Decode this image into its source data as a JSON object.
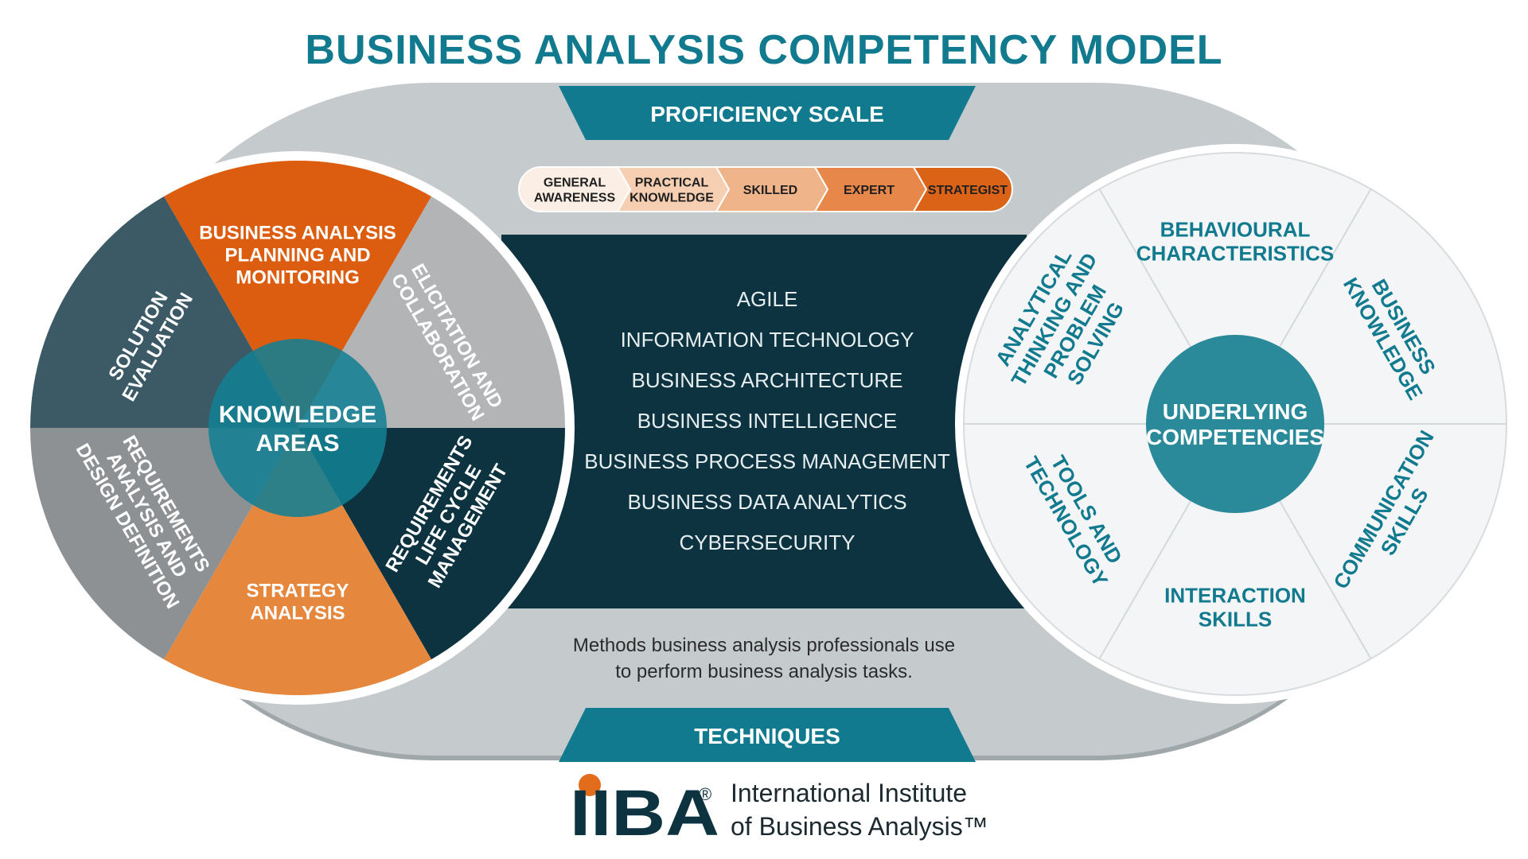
{
  "title": "BUSINESS ANALYSIS COMPETENCY MODEL",
  "proficiency_scale": {
    "label": "PROFICIENCY SCALE",
    "levels": [
      {
        "lines": [
          "GENERAL",
          "AWARENESS"
        ],
        "fill": "#fbeee4"
      },
      {
        "lines": [
          "PRACTICAL",
          "KNOWLEDGE"
        ],
        "fill": "#f6cfb3"
      },
      {
        "lines": [
          "SKILLED"
        ],
        "fill": "#f0b48a"
      },
      {
        "lines": [
          "EXPERT"
        ],
        "fill": "#e8874a"
      },
      {
        "lines": [
          "STRATEGIST"
        ],
        "fill": "#db6318"
      }
    ]
  },
  "knowledge_areas": {
    "center_lines": [
      "KNOWLEDGE",
      "AREAS"
    ],
    "segments": [
      {
        "key": "planning",
        "lines": [
          "BUSINESS ANALYSIS",
          "PLANNING AND",
          "MONITORING"
        ],
        "fill": "#dc5d0f"
      },
      {
        "key": "elicitation",
        "lines": [
          "ELICITATION AND",
          "COLLABORATION"
        ],
        "fill": "#b2b4b6"
      },
      {
        "key": "rlcm",
        "lines": [
          "REQUIREMENTS",
          "LIFE CYCLE",
          "MANAGEMENT"
        ],
        "fill": "#0d3340"
      },
      {
        "key": "strategy",
        "lines": [
          "STRATEGY",
          "ANALYSIS"
        ],
        "fill": "#e6873e"
      },
      {
        "key": "radd",
        "lines": [
          "REQUIREMENTS",
          "ANALYSIS AND",
          "DESIGN DEFINITION"
        ],
        "fill": "#8d9193"
      },
      {
        "key": "solution",
        "lines": [
          "SOLUTION",
          "EVALUATION"
        ],
        "fill": "#3b5a66"
      }
    ]
  },
  "perspectives": [
    "AGILE",
    "INFORMATION TECHNOLOGY",
    "BUSINESS ARCHITECTURE",
    "BUSINESS INTELLIGENCE",
    "BUSINESS PROCESS MANAGEMENT",
    "BUSINESS DATA ANALYTICS",
    "CYBERSECURITY"
  ],
  "techniques": {
    "description_lines": [
      "Methods business analysis professionals use",
      "to perform business analysis tasks."
    ],
    "label": "TECHNIQUES"
  },
  "underlying_competencies": {
    "center_lines": [
      "UNDERLYING",
      "COMPETENCIES"
    ],
    "segments": [
      {
        "key": "behavioural",
        "lines": [
          "BEHAVIOURAL",
          "CHARACTERISTICS"
        ]
      },
      {
        "key": "business-knowledge",
        "lines": [
          "BUSINESS",
          "KNOWLEDGE"
        ]
      },
      {
        "key": "communication",
        "lines": [
          "COMMUNICATION",
          "SKILLS"
        ]
      },
      {
        "key": "interaction",
        "lines": [
          "INTERACTION",
          "SKILLS"
        ]
      },
      {
        "key": "tools",
        "lines": [
          "TOOLS AND",
          "TECHNOLOGY"
        ]
      },
      {
        "key": "analytical",
        "lines": [
          "ANALYTICAL",
          "THINKING AND",
          "PROBLEM",
          "SOLVING"
        ]
      }
    ]
  },
  "footer": {
    "logo_text": "IIBA",
    "registered_mark": "®",
    "org_lines": [
      "International Institute",
      "of Business Analysis™"
    ]
  },
  "colors": {
    "teal": "#117a8f",
    "dark_teal": "#0d3340",
    "track": "#c5cbcd",
    "orange": "#dc5d0f"
  }
}
